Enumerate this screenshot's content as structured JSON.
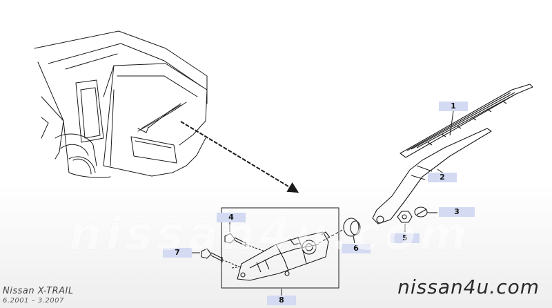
{
  "diagram": {
    "parts": [
      {
        "number": "1"
      },
      {
        "number": "2"
      },
      {
        "number": "3"
      },
      {
        "number": "4"
      },
      {
        "number": "5"
      },
      {
        "number": "6"
      },
      {
        "number": "7"
      },
      {
        "number": "8"
      }
    ]
  },
  "footer": {
    "model": "Nissan X-TRAIL",
    "years": "6.2001 – 3.2007",
    "watermark": "nissan4u.com",
    "brand": "nissan4u.com"
  },
  "colors": {
    "label_bg": "#d3daf2",
    "line": "#1a1a1a"
  }
}
